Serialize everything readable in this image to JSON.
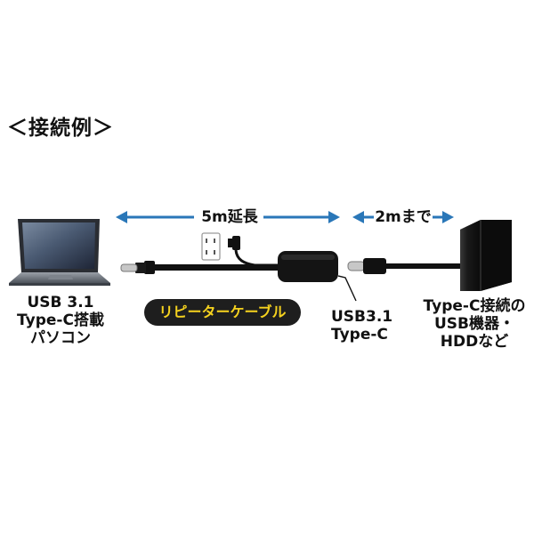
{
  "title": "＜接続例＞",
  "distance": {
    "repeater_length": "5m延長",
    "device_length": "2mまで"
  },
  "labels": {
    "pc": [
      "USB 3.1",
      "Type-C搭載",
      "パソコン"
    ],
    "cable_name": "リピーターケーブル",
    "connector": [
      "USB3.1",
      "Type-C"
    ],
    "device": [
      "Type-C接続の",
      "USB機器・",
      "HDDなど"
    ]
  },
  "colors": {
    "arrow": "#2a77b8",
    "pill_bg": "#1e1e1e",
    "pill_text": "#f5d21e",
    "cable": "#111111"
  },
  "icons": [
    "laptop-icon",
    "power-outlet-icon",
    "ac-adapter-icon",
    "repeater-box-icon",
    "usb-c-plug-icon",
    "hdd-tower-icon"
  ]
}
